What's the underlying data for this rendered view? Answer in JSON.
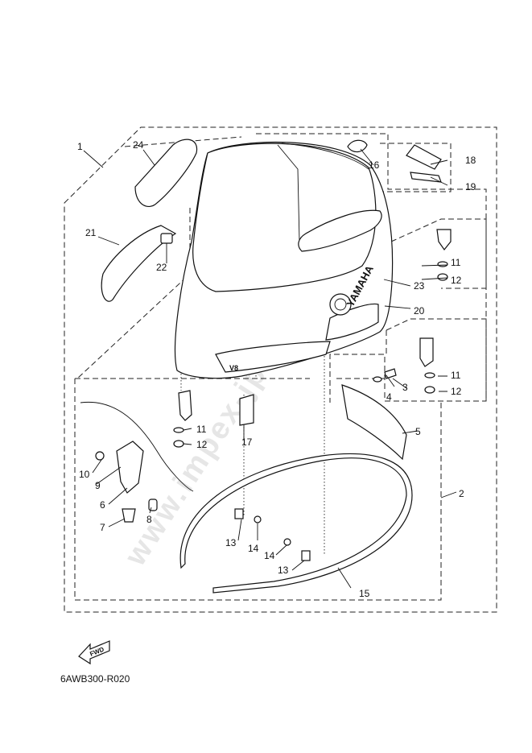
{
  "watermark": "www.impex-jp.com",
  "diagram_code": "6AWB300-R020",
  "fwd_label": "FWD",
  "cowling_badges": {
    "brand": "YAMAHA",
    "engine": "V8"
  },
  "callouts": [
    {
      "id": "c1",
      "label": "1"
    },
    {
      "id": "c2",
      "label": "2"
    },
    {
      "id": "c3",
      "label": "3"
    },
    {
      "id": "c4",
      "label": "4"
    },
    {
      "id": "c5",
      "label": "5"
    },
    {
      "id": "c6",
      "label": "6"
    },
    {
      "id": "c7",
      "label": "7"
    },
    {
      "id": "c8",
      "label": "8"
    },
    {
      "id": "c9",
      "label": "9"
    },
    {
      "id": "c10",
      "label": "10"
    },
    {
      "id": "c11a",
      "label": "11"
    },
    {
      "id": "c12a",
      "label": "12"
    },
    {
      "id": "c11b",
      "label": "11"
    },
    {
      "id": "c12b",
      "label": "12"
    },
    {
      "id": "c11c",
      "label": "11"
    },
    {
      "id": "c12c",
      "label": "12"
    },
    {
      "id": "c13a",
      "label": "13"
    },
    {
      "id": "c14a",
      "label": "14"
    },
    {
      "id": "c13b",
      "label": "13"
    },
    {
      "id": "c14b",
      "label": "14"
    },
    {
      "id": "c15",
      "label": "15"
    },
    {
      "id": "c16",
      "label": "16"
    },
    {
      "id": "c17",
      "label": "17"
    },
    {
      "id": "c18",
      "label": "18"
    },
    {
      "id": "c19",
      "label": "19"
    },
    {
      "id": "c20",
      "label": "20"
    },
    {
      "id": "c21",
      "label": "21"
    },
    {
      "id": "c22",
      "label": "22"
    },
    {
      "id": "c23",
      "label": "23"
    },
    {
      "id": "c24",
      "label": "24"
    }
  ]
}
